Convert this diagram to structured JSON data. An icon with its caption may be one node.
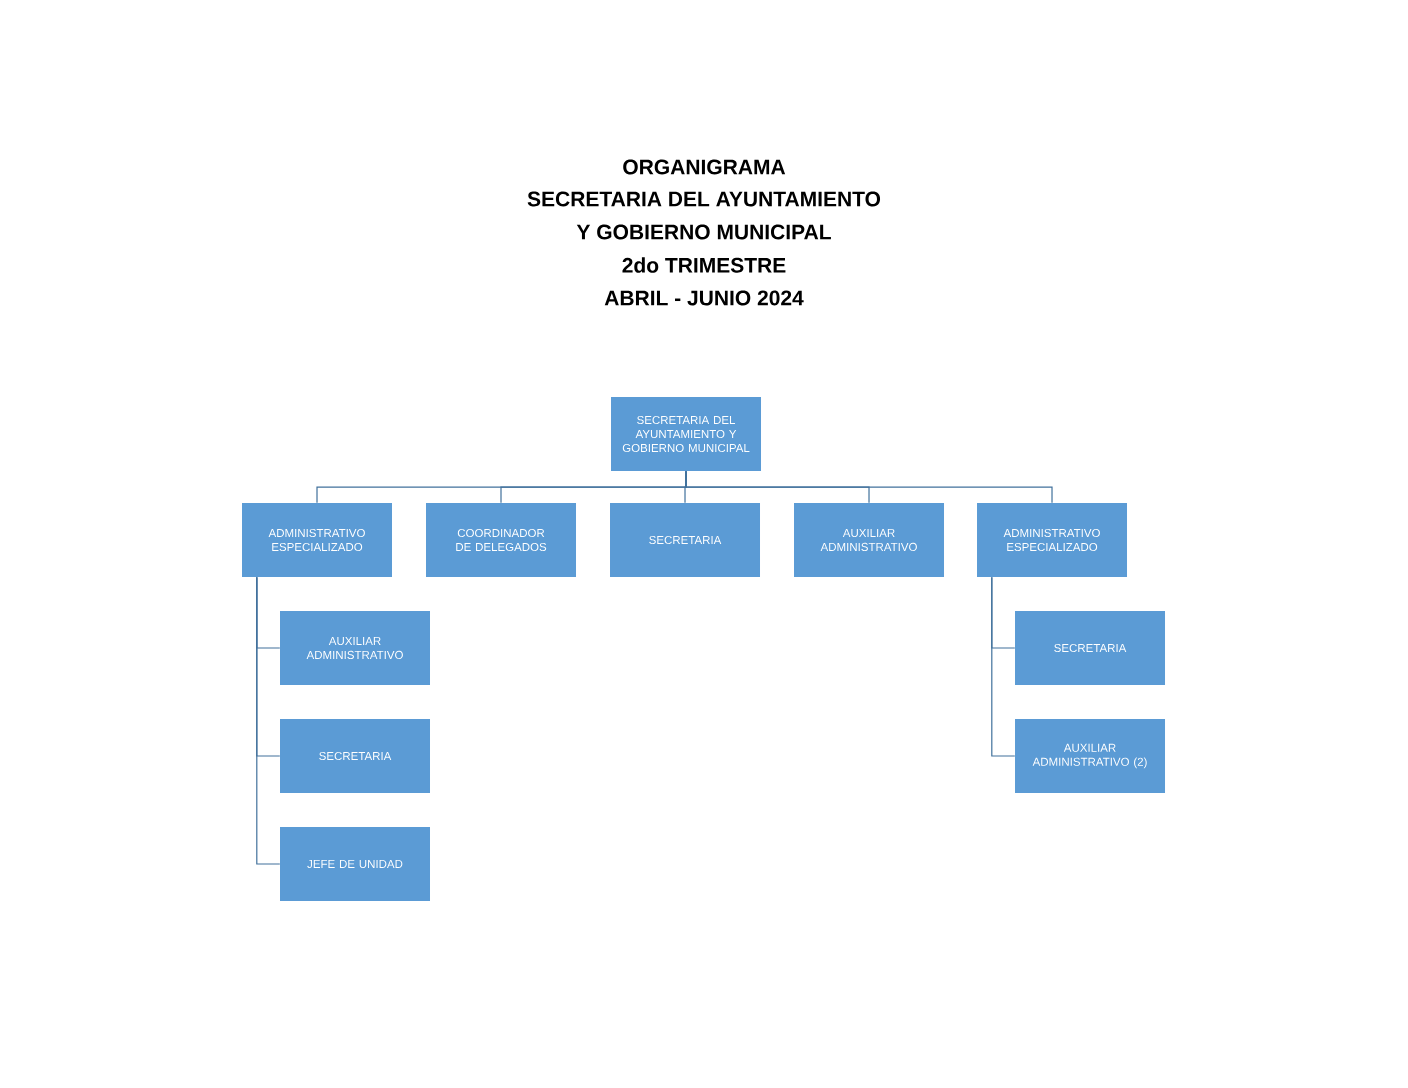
{
  "diagram": {
    "title": "ORGANIGRAMA",
    "nodes": [
      {
        "text": [
          "SECRETARIA DEL AYUNTAMIENTO Y GOBIERNO MUNICIPAL"
        ]
      },
      {
        "text": [
          "ADMINISTRATIVO ESPECIALIZADO"
        ]
      },
      {
        "text": [
          "COORDINADOR DE DELEGADOS"
        ]
      },
      {
        "text": [
          "SECRETARIA"
        ]
      },
      {
        "text": [
          "AUXILIAR ADMINISTRATIVO"
        ]
      },
      {
        "text": [
          "ADMINISTRATIVO ESPECIALIZADO"
        ]
      },
      {
        "text": [
          "AUXILIAR ADMINISTRATIVO"
        ]
      },
      {
        "text": [
          "SECRETARIA"
        ]
      },
      {
        "text": [
          "JEFE DE UNIDAD"
        ]
      },
      {
        "text": [
          "SECRETARIA"
        ]
      },
      {
        "text": [
          "AUXILIAR ADMINISTRATIVO (2)"
        ]
      }
    ],
    "edges": [
      {
        "from": 0,
        "to": 1,
        "arrow": "none"
      },
      {
        "from": 0,
        "to": 2,
        "arrow": "none"
      },
      {
        "from": 0,
        "to": 3,
        "arrow": "none"
      },
      {
        "from": 0,
        "to": 4,
        "arrow": "none"
      },
      {
        "from": 0,
        "to": 5,
        "arrow": "none"
      },
      {
        "from": 1,
        "to": 6,
        "arrow": "none"
      },
      {
        "from": 1,
        "to": 7,
        "arrow": "none"
      },
      {
        "from": 1,
        "to": 8,
        "arrow": "none"
      },
      {
        "from": 5,
        "to": 9,
        "arrow": "none"
      },
      {
        "from": 5,
        "to": 10,
        "arrow": "none"
      }
    ],
    "labels": [
      "SECRETARIA DEL AYUNTAMIENTO",
      "Y GOBIERNO MUNICIPAL",
      "2do TRIMESTRE",
      "ABRIL - JUNIO 2024"
    ]
  }
}
